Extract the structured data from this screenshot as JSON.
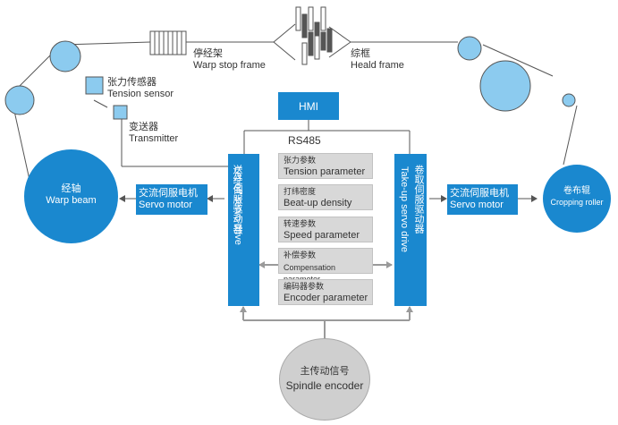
{
  "warp_stop_frame": {
    "zh": "停经架",
    "en": "Warp stop frame"
  },
  "heald_frame": {
    "zh": "综框",
    "en": "Heald frame"
  },
  "tension_sensor": {
    "zh": "张力传感器",
    "en": "Tension sensor"
  },
  "transmitter": {
    "zh": "变送器",
    "en": "Transmitter"
  },
  "hmi": "HMI",
  "rs485": "RS485",
  "warp_beam": {
    "zh": "经轴",
    "en": "Warp beam"
  },
  "cropping_roller": {
    "zh": "卷布辊",
    "en": "Cropping roller"
  },
  "servo_motor_left": {
    "zh": "交流伺服电机",
    "en": "Servo motor"
  },
  "servo_motor_right": {
    "zh": "交流伺服电机",
    "en": "Servo motor"
  },
  "letoff_drive": {
    "zh": "送经伺服驱动器",
    "en": "Let-off servo drive"
  },
  "takeup_drive": {
    "zh": "卷取伺服驱动器",
    "en": "Take-up servo drive"
  },
  "params": [
    {
      "zh": "张力参数",
      "en": "Tension parameter"
    },
    {
      "zh": "打纬密度",
      "en": "Beat-up density"
    },
    {
      "zh": "转速参数",
      "en": "Speed parameter"
    },
    {
      "zh": "补偿参数",
      "en": "Compensation parameter"
    },
    {
      "zh": "编码器参数",
      "en": "Encoder parameter"
    }
  ],
  "spindle_encoder": {
    "zh": "主传动信号",
    "en": "Spindle encoder"
  },
  "colors": {
    "blue": "#1a88cf",
    "gray_param": "#d8d8d8",
    "line": "#555555",
    "arrow_gray": "#999999"
  }
}
